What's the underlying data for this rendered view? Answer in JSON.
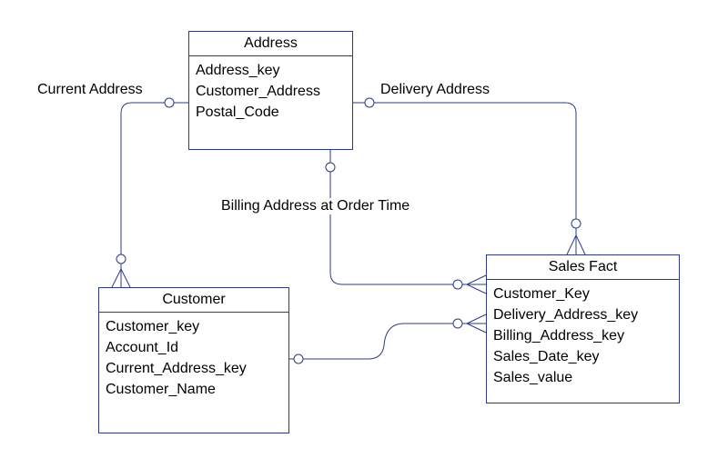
{
  "entities": {
    "address": {
      "title": "Address",
      "attributes": [
        "Address_key",
        "Customer_Address",
        "Postal_Code"
      ]
    },
    "customer": {
      "title": "Customer",
      "attributes": [
        "Customer_key",
        "Account_Id",
        "Current_Address_key",
        "Customer_Name"
      ]
    },
    "sales_fact": {
      "title": "Sales Fact",
      "attributes": [
        "Customer_Key",
        "Delivery_Address_key",
        "Billing_Address_key",
        "Sales_Date_key",
        "Sales_value"
      ]
    }
  },
  "relationships": {
    "current_address": "Current Address",
    "delivery_address": "Delivery Address",
    "billing_address": "Billing Address at Order Time"
  },
  "colors": {
    "line": "#2b3a8a",
    "background": "#ffffff"
  }
}
